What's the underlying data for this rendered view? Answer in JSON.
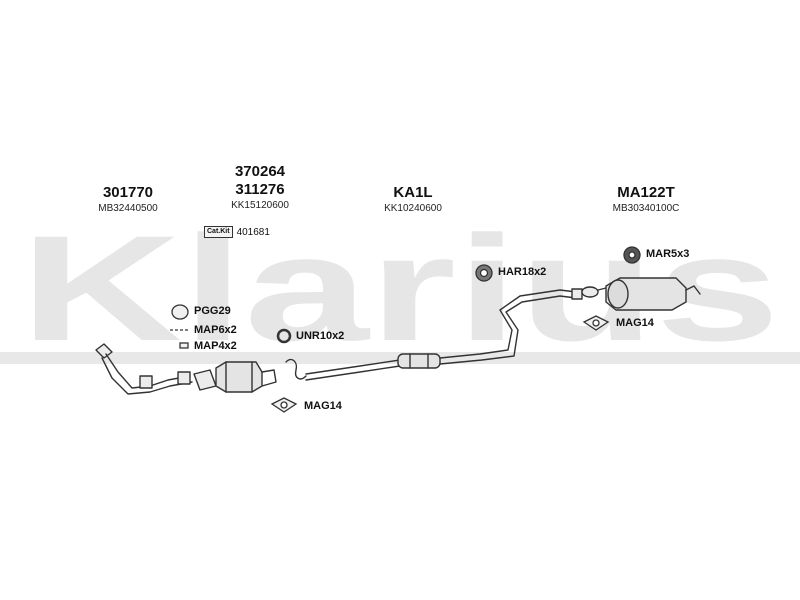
{
  "watermark": {
    "text": "Klarius",
    "color": "#e6e6e6"
  },
  "parts": [
    {
      "id": "front-pipe",
      "code": "301770",
      "ref": "MB32440500"
    },
    {
      "id": "catalyst",
      "code_top": "370264",
      "code": "311276",
      "ref": "KK15120600",
      "cat_kit_badge": "Cat.Kit",
      "cat_kit_value": "401681"
    },
    {
      "id": "center-pipe",
      "code": "KA1L",
      "ref": "KK10240600"
    },
    {
      "id": "rear-silencer",
      "code": "MA122T",
      "ref": "MB30340100C"
    }
  ],
  "fittings": {
    "pgg": "PGG29",
    "map6": "MAP6x2",
    "map4": "MAP4x2",
    "unr": "UNR10x2",
    "mag_front": "MAG14",
    "har": "HAR18x2",
    "mar": "MAR5x3",
    "mag_rear": "MAG14"
  },
  "colors": {
    "line": "#333333",
    "fill": "#ececec",
    "watermark": "#e6e6e6"
  }
}
